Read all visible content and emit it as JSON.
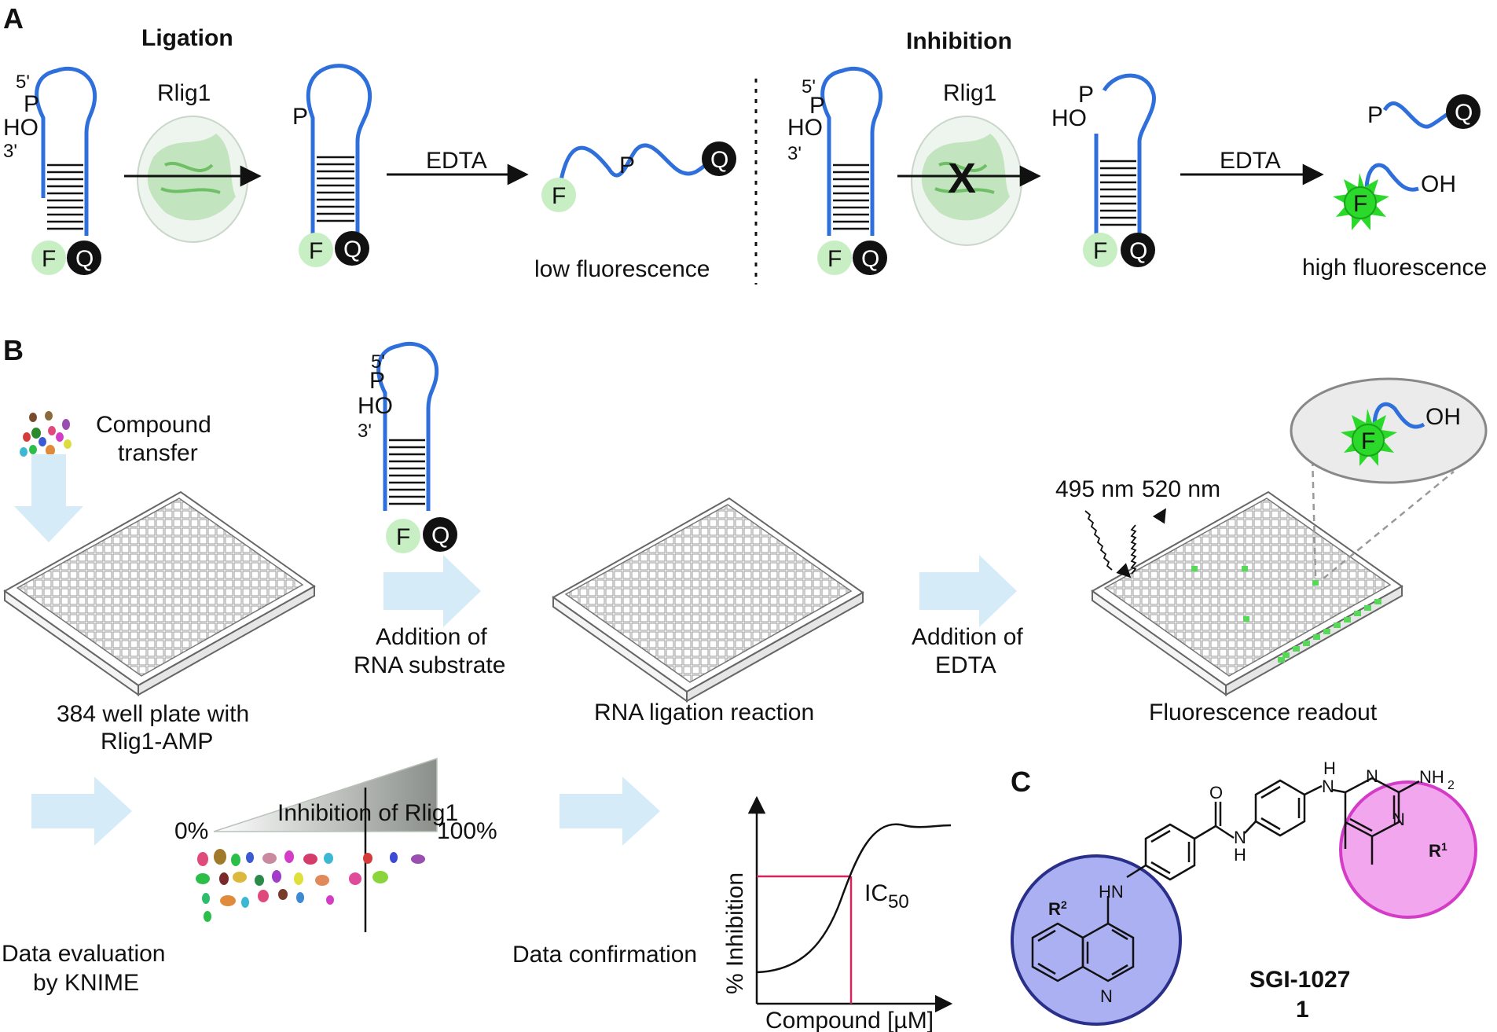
{
  "panels": {
    "a": "A",
    "b": "B",
    "c": "C"
  },
  "ligation": {
    "title": "Ligation",
    "enzyme": "Rlig1",
    "reagent": "EDTA",
    "result": "low fluorescence"
  },
  "inhibition": {
    "title": "Inhibition",
    "enzyme": "Rlig1",
    "reagent": "EDTA",
    "result": "high fluorescence",
    "block_mark": "X"
  },
  "labels": {
    "five_prime": "5'",
    "three_prime": "3'",
    "phosphate": "P",
    "hydroxyl": "HO",
    "oh": "OH",
    "fluorophore": "F",
    "quencher": "Q"
  },
  "workflow": {
    "compound_transfer": [
      "Compound",
      "transfer"
    ],
    "plate_label": [
      "384 well plate with",
      "Rlig1-AMP"
    ],
    "add_rna": [
      "Addition of",
      "RNA substrate"
    ],
    "ligation_reaction": "RNA ligation reaction",
    "add_edta": [
      "Addition of",
      "EDTA"
    ],
    "readout": "Fluorescence readout",
    "excitation": "495 nm",
    "emission": "520 nm"
  },
  "evaluation": {
    "label": [
      "Data evaluation",
      "by KNIME"
    ],
    "gradient_title": "Inhibition of Rlig1",
    "min": "0%",
    "max": "100%"
  },
  "confirmation": {
    "label": "Data confirmation",
    "ylabel": "% Inhibition",
    "xlabel": "Compound [µM]",
    "ic50": "IC",
    "ic50_sub": "50"
  },
  "compound": {
    "name": "SGI-1027",
    "number": "1",
    "atoms": {
      "n": "N",
      "o": "O",
      "h": "H",
      "hn": "HN",
      "nh2": "NH",
      "sub2": "2"
    },
    "r1": "R",
    "r1_sup": "1",
    "r2": "R",
    "r2_sup": "2"
  },
  "colors": {
    "rna": "#2f6fdb",
    "fluor_light": "#c8efc4",
    "fluor_bright": "#2bd92b",
    "arrow_bg": "#d5ebf8",
    "r1_fill": "#f2a6ee",
    "r1_stroke": "#d43cc8",
    "r2_fill": "#aab0f2",
    "r2_stroke": "#2a2f8a",
    "ic_line": "#d4245a",
    "well_hit": "#58d858"
  }
}
